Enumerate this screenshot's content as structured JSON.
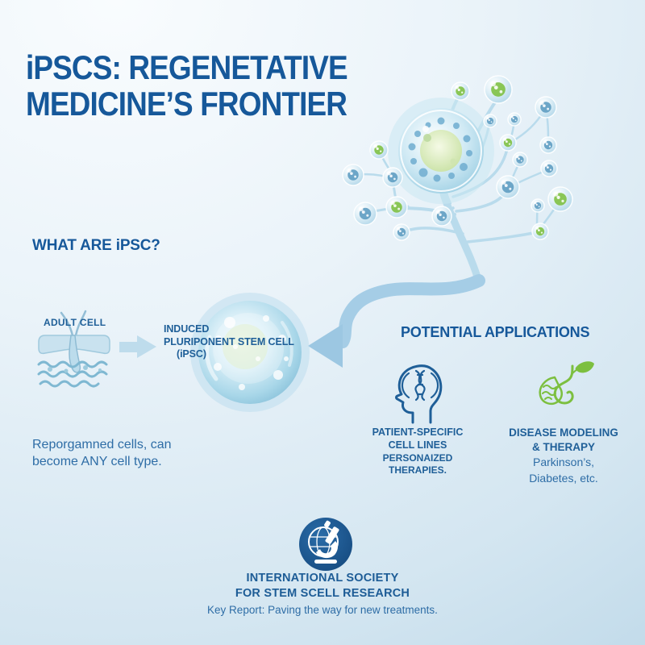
{
  "colors": {
    "title_blue": "#16589a",
    "text_blue": "#1f5f98",
    "note_blue": "#2e6da6",
    "green": "#7cbf3f",
    "node_blue": "#5b9bc0",
    "arrow_light_blue": "#a5cde6",
    "badge_blue": "#1d5c96"
  },
  "header": {
    "title": "iPSCS: REGENETATIVE MEDICINE’S FRONTIER"
  },
  "what_section": {
    "heading": "WHAT ARE iPSC?",
    "adult_cell_label": "ADULT CELL",
    "ipsc_lines": [
      "INDUCED",
      "PLURIPONENT STEM CELL",
      "(iPSC)"
    ],
    "note": "Reporgamned cells, can become ANY cell type."
  },
  "applications": {
    "heading": "POTENTIAL APPLICATIONS",
    "items": [
      {
        "icon": "head-dna-icon",
        "lines": [
          "PATIENT-SPECIFIC",
          "CELL LINES",
          "PERSONAIZED",
          "THERAPIES."
        ]
      },
      {
        "icon": "gut-leaf-icon",
        "bold_lines": [
          "DISEASE MODELING",
          "& THERAPY"
        ],
        "sub_lines": [
          "Parkinson’s,",
          "Diabetes, etc."
        ]
      }
    ]
  },
  "footer": {
    "org_line1": "INTERNATIONAL SOCIETY",
    "org_line2": "FOR STEM SCELL RESEARCH",
    "tagline": "Key Report: Paving the way for new treatments."
  }
}
